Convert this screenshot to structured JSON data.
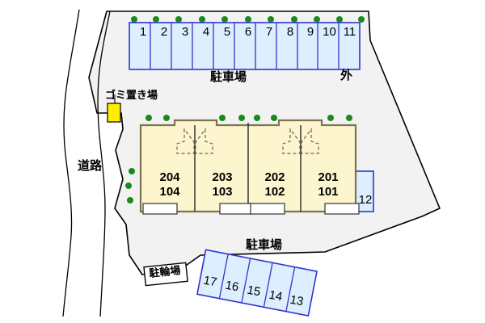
{
  "map": {
    "title": "apartment-site-plan",
    "colors": {
      "site_fill": "#f2f2f2",
      "site_stroke": "#000000",
      "building_fill": "#fdf5ce",
      "building_stroke": "#7d7351",
      "parking_fill": "#ddeeff",
      "parking_stroke": "#3333cc",
      "trash_fill": "#ffee00",
      "trash_stroke": "#000000",
      "marker_green": "#1a8a1a",
      "road_stroke": "#000000",
      "balcony_fill": "#ffffff"
    }
  },
  "labels": {
    "parking_top": "駐車場",
    "parking_bottom": "駐車場",
    "outside": "外",
    "trash_area": "ゴミ置き場",
    "road": "道路",
    "bicycle_parking": "駐輪場"
  },
  "parking_top": {
    "name": "駐車場",
    "stalls": [
      {
        "id": "1"
      },
      {
        "id": "2"
      },
      {
        "id": "3"
      },
      {
        "id": "4"
      },
      {
        "id": "5"
      },
      {
        "id": "6"
      },
      {
        "id": "7"
      },
      {
        "id": "8"
      },
      {
        "id": "9"
      },
      {
        "id": "10"
      },
      {
        "id": "11"
      }
    ]
  },
  "parking_side": {
    "stalls": [
      {
        "id": "12"
      }
    ]
  },
  "parking_bottom": {
    "name": "駐車場",
    "stalls": [
      {
        "id": "17"
      },
      {
        "id": "16"
      },
      {
        "id": "15"
      },
      {
        "id": "14"
      },
      {
        "id": "13"
      }
    ]
  },
  "building": {
    "units": [
      {
        "upper": "204",
        "lower": "104"
      },
      {
        "upper": "203",
        "lower": "103"
      },
      {
        "upper": "202",
        "lower": "102"
      },
      {
        "upper": "201",
        "lower": "101"
      }
    ]
  },
  "markers": {
    "top_row_count": 11,
    "building_row_count": 8,
    "road_edge_count": 3
  }
}
